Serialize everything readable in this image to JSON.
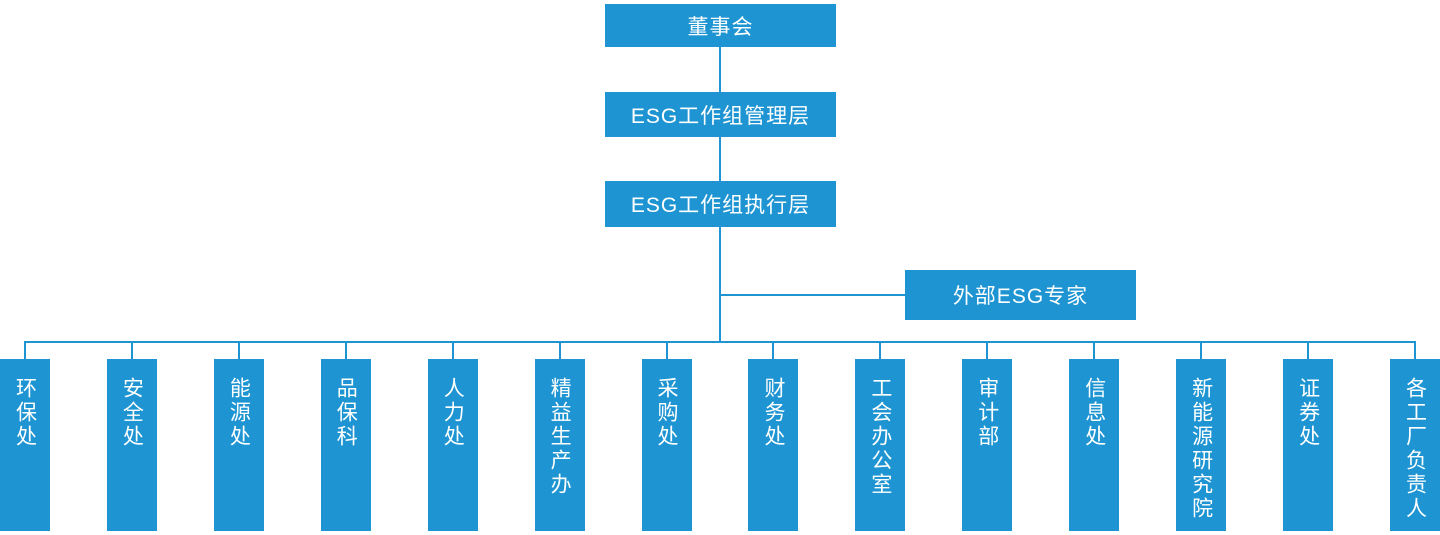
{
  "chart_type": "org-chart",
  "colors": {
    "node_fill": "#1E95D2",
    "connector": "#1E95D2",
    "node_text": "#FFFFFF",
    "background": "#FFFFFF"
  },
  "hierarchy": {
    "board": {
      "label": "董事会"
    },
    "management": {
      "label": "ESG工作组管理层"
    },
    "execution": {
      "label": "ESG工作组执行层"
    },
    "external_expert": {
      "label": "外部ESG专家"
    }
  },
  "departments": [
    {
      "label": "环保处"
    },
    {
      "label": "安全处"
    },
    {
      "label": "能源处"
    },
    {
      "label": "品保科"
    },
    {
      "label": "人力处"
    },
    {
      "label": "精益生产办"
    },
    {
      "label": "采购处"
    },
    {
      "label": "财务处"
    },
    {
      "label": "工会办公室"
    },
    {
      "label": "审计部"
    },
    {
      "label": "信息处"
    },
    {
      "label": "新能源研究院"
    },
    {
      "label": "证券处"
    },
    {
      "label": "各工厂负责人"
    }
  ]
}
